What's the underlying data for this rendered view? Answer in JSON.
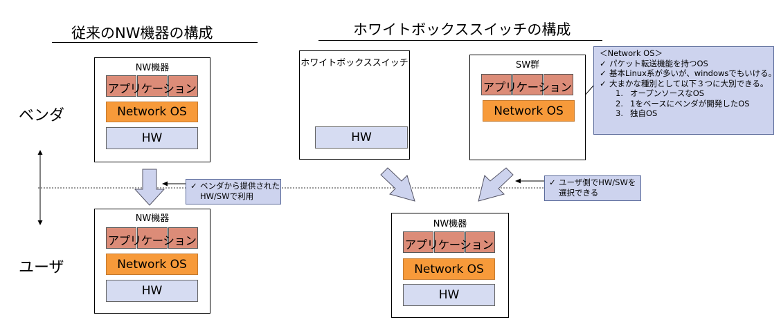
{
  "headings": {
    "left": "従来のNW機器の構成",
    "right": "ホワイトボックススイッチの構成"
  },
  "side_labels": {
    "vendor": "ベンダ",
    "user": "ユーザ"
  },
  "device": {
    "title": "NW機器",
    "app": "アプリケーション",
    "os": "Network OS",
    "hw": "HW"
  },
  "whitebox": {
    "title": "ホワイトボックススイッチ",
    "hw": "HW"
  },
  "sw_group": {
    "title": "SW群",
    "app": "アプリケーション",
    "os": "Network OS"
  },
  "callouts": {
    "vendor_provided": {
      "check": "✓",
      "line1": "ベンダから提供された",
      "line2": "HW/SWで利用"
    },
    "user_select": {
      "check": "✓",
      "line1": "ユーザ側でHW/SWを",
      "line2": "選択できる"
    },
    "network_os": {
      "title": "＜Network OS＞",
      "items": [
        "パケット転送機能を持つOS",
        "基本Linux系が多いが、windowsでもいける。",
        "大まかな種別として以下３つに大別できる。"
      ],
      "check": "✓",
      "sub_items": [
        {
          "n": "1.",
          "text": "オープンソースなOS"
        },
        {
          "n": "2.",
          "text": "1をベースにベンダが開発したOS"
        },
        {
          "n": "3.",
          "text": "独自OS"
        }
      ]
    }
  }
}
